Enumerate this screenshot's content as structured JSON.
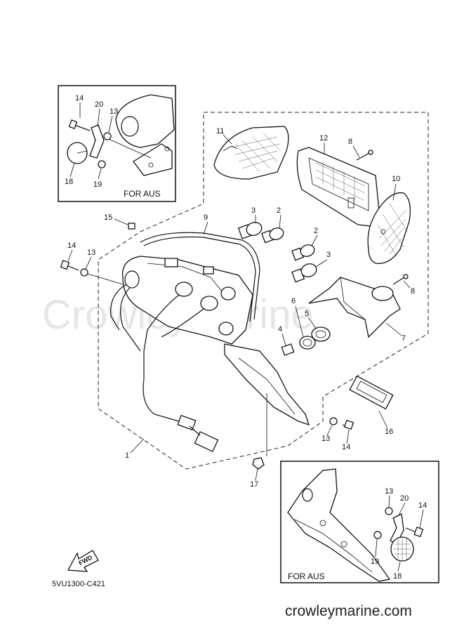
{
  "diagram": {
    "watermark": "CrowleyMarine",
    "drawing_code": "5VU1300-C421",
    "website": "crowleymarine.com",
    "fwd_label": "FWD",
    "inset_top": {
      "label": "FOR AUS",
      "callouts": [
        "14",
        "20",
        "13",
        "18",
        "19"
      ]
    },
    "inset_bottom": {
      "label": "FOR AUS",
      "callouts": [
        "13",
        "20",
        "14",
        "19",
        "18"
      ]
    },
    "callouts": {
      "c11": "11",
      "c12": "12",
      "c8a": "8",
      "c10": "10",
      "c15": "15",
      "c9": "9",
      "c3a": "3",
      "c2a": "2",
      "c14": "14",
      "c13": "13",
      "c2b": "2",
      "c3b": "3",
      "c8b": "8",
      "c6": "6",
      "c5": "5",
      "c4": "4",
      "c7": "7",
      "c16": "16",
      "c13b": "13",
      "c14b": "14",
      "c1": "1",
      "c17": "17"
    }
  }
}
